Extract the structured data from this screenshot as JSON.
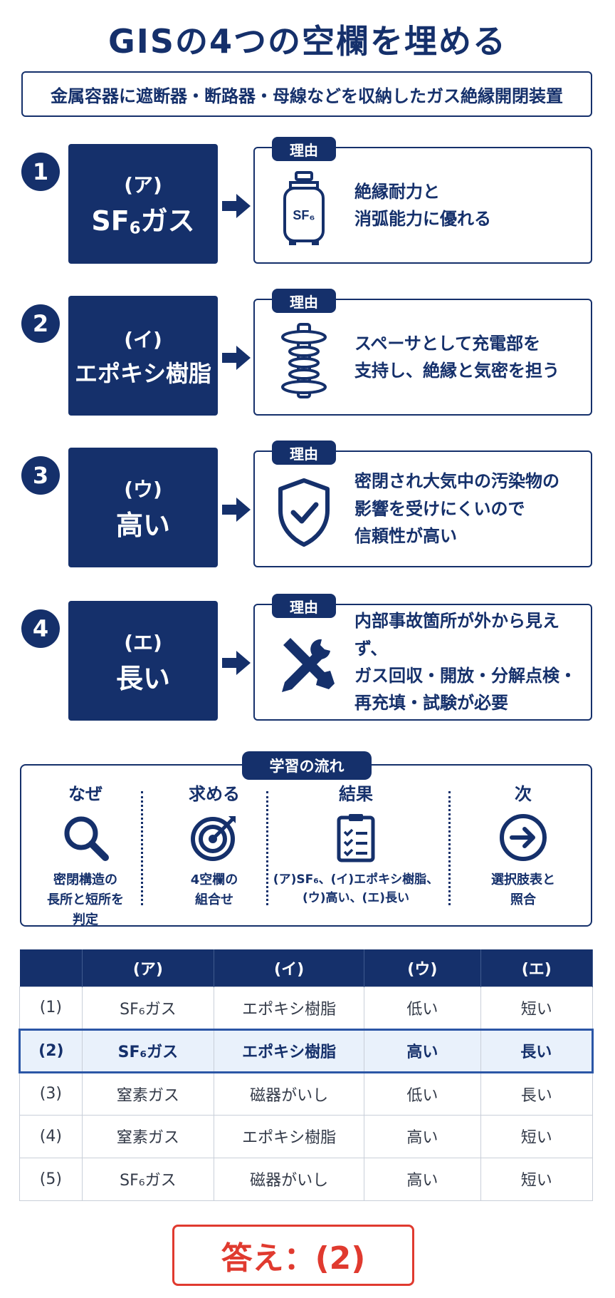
{
  "title": "GISの4つの空欄を埋める",
  "subtitle": "金属容器に遮断器・断路器・母線などを収納したガス絶縁開閉装置",
  "reason_tag": "理由",
  "items": [
    {
      "num": "1",
      "label": "(ア)",
      "value_main": "SF",
      "value_sub": "6",
      "value_tail": "ガス",
      "icon": "gas-cylinder-icon",
      "reason_lines": [
        "絶縁耐力と",
        "消弧能力に優れる"
      ]
    },
    {
      "num": "2",
      "label": "(イ)",
      "value": "エポキシ樹脂",
      "icon": "spacer-insulator-icon",
      "reason_lines": [
        "スペーサとして充電部を",
        "支持し、絶縁と気密を担う"
      ]
    },
    {
      "num": "3",
      "label": "(ウ)",
      "value": "高い",
      "icon": "shield-check-icon",
      "reason_lines": [
        "密閉され大気中の汚染物の",
        "影響を受けにくいので",
        "信頼性が高い"
      ]
    },
    {
      "num": "4",
      "label": "(エ)",
      "value": "長い",
      "icon": "tools-icon",
      "reason_lines": [
        "内部事故箇所が外から見えず、",
        "ガス回収・開放・分解点検・",
        "再充填・試験が必要"
      ]
    }
  ],
  "flow": {
    "tag": "学習の流れ",
    "cols": [
      {
        "head": "なぜ",
        "icon": "magnifier-icon",
        "lines": [
          "密閉構造の",
          "長所と短所を",
          "判定"
        ]
      },
      {
        "head": "求める",
        "icon": "target-icon",
        "lines": [
          "4空欄の",
          "組合せ"
        ]
      },
      {
        "head": "結果",
        "icon": "checklist-icon",
        "lines": [
          "(ア)SF₆、(イ)エポキシ樹脂、",
          "(ウ)高い、(エ)長い"
        ]
      },
      {
        "head": "次",
        "icon": "arrow-circle-icon",
        "lines": [
          "選択肢表と",
          "照合"
        ]
      }
    ]
  },
  "table": {
    "headers": [
      "",
      "(ア)",
      "(イ)",
      "(ウ)",
      "(エ)"
    ],
    "rows": [
      [
        "(1)",
        "SF₆ガス",
        "エポキシ樹脂",
        "低い",
        "短い"
      ],
      [
        "(2)",
        "SF₆ガス",
        "エポキシ樹脂",
        "高い",
        "長い"
      ],
      [
        "(3)",
        "窒素ガス",
        "磁器がいし",
        "低い",
        "長い"
      ],
      [
        "(4)",
        "窒素ガス",
        "エポキシ樹脂",
        "高い",
        "短い"
      ],
      [
        "(5)",
        "SF₆ガス",
        "磁器がいし",
        "高い",
        "短い"
      ]
    ],
    "highlight_row": 1
  },
  "answer": "答え：(2)",
  "colors": {
    "navy": "#15306b",
    "red": "#e03a2f",
    "highlight": "#e9f1fb"
  }
}
